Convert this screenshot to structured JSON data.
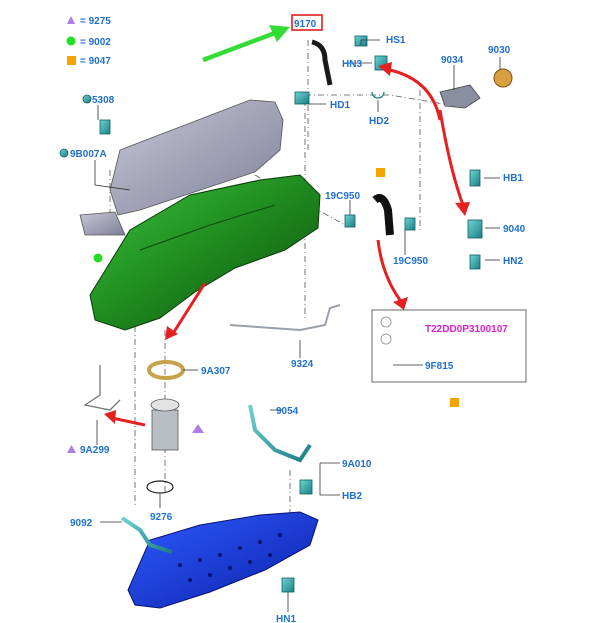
{
  "legend": [
    {
      "shape": "triangle",
      "color": "#b07ce8",
      "text": "= 9275"
    },
    {
      "shape": "circle",
      "color": "#22dd22",
      "text": "= 9002"
    },
    {
      "shape": "square",
      "color": "#f5a300",
      "text": "= 9047"
    }
  ],
  "labels": {
    "p9170": "9170",
    "hs1": "HS1",
    "hn3": "HN3",
    "p9034": "9034",
    "p9030": "9030",
    "hd1": "HD1",
    "hd2": "HD2",
    "p5308": "5308",
    "p9b007a": "9B007A",
    "p19c950a": "19C950",
    "hb1": "HB1",
    "p9040": "9040",
    "hn2": "HN2",
    "p19c950b": "19C950",
    "t22": "T22DD0P3100107",
    "p9f815": "9F815",
    "p9324": "9324",
    "p9a307": "9A307",
    "p9054": "9054",
    "p9a299": "9A299",
    "p9a010": "9A010",
    "hb2": "HB2",
    "p9276": "9276",
    "p9092": "9092",
    "hn1": "HN1"
  },
  "colors": {
    "label": "#1f6fd1",
    "highlight": "#e020d0",
    "green_arrow": "#33dd33",
    "red_arrow": "#e62020",
    "callout_box": "#e02020"
  }
}
